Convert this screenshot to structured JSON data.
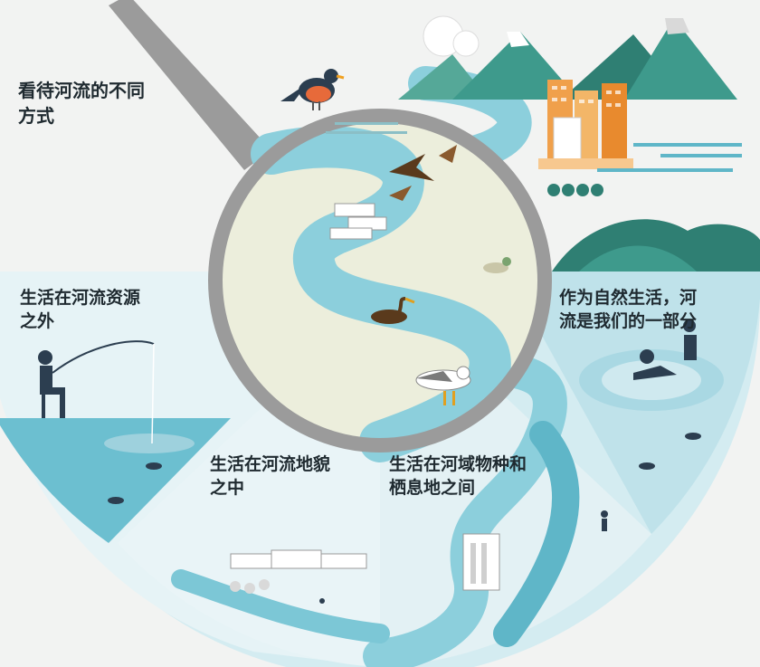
{
  "title": "看待河流的不同\n方式",
  "segments": {
    "outside": "生活在河流资源\n之外",
    "within": "生活在河流地貌\n之中",
    "between": "生活在河域物种和\n栖息地之间",
    "part_of": "作为自然生活，河\n流是我们的一部分"
  },
  "colors": {
    "background": "#f2f3f2",
    "river": "#8ccfdc",
    "water_deep": "#5fb6c8",
    "segment_light": "#e3f1f4",
    "magnifier_frame": "#9b9b9b",
    "lens": "#eceedc",
    "mountain": "#3e9a8c",
    "building": "#f0a04b"
  },
  "icons": [
    "magnifying-glass-icon",
    "robin-bird-icon",
    "fisherman-icon",
    "fish-icon",
    "swimmer-icon",
    "swan-icon",
    "seagull-icon",
    "duck-icon",
    "hawk-icon",
    "village-icon",
    "mountain-icon",
    "city-building-icon",
    "tree-icon",
    "dam-icon"
  ]
}
